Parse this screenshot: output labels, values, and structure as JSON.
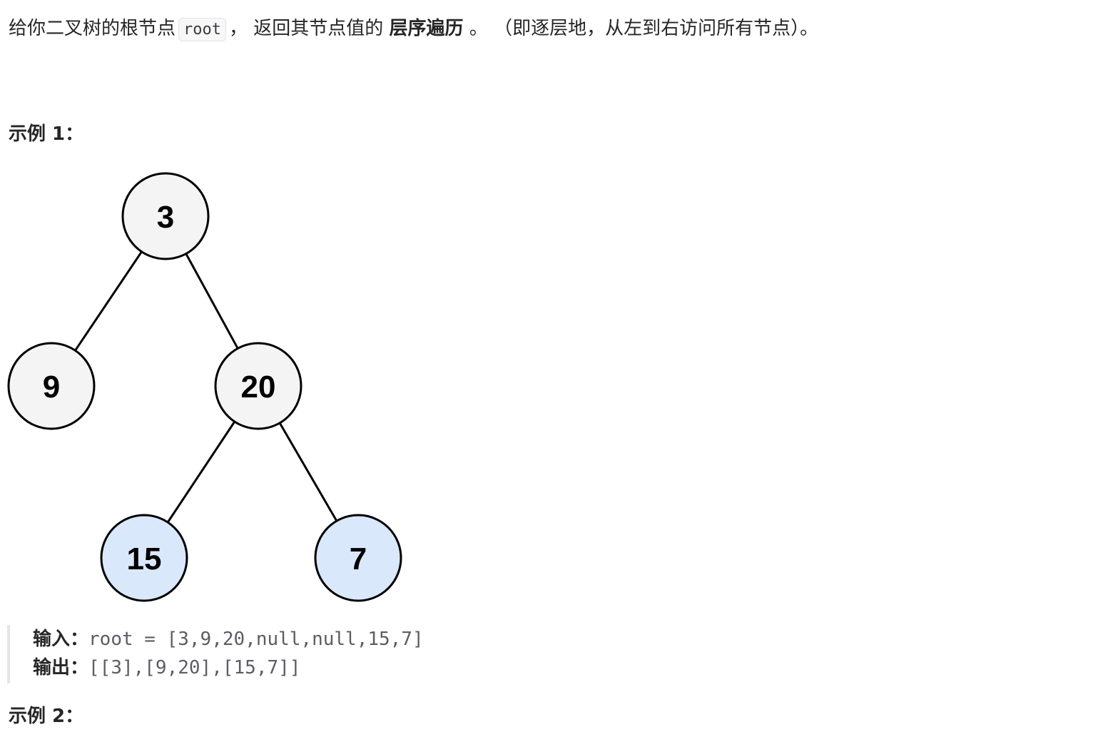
{
  "problem": {
    "desc_before_code": "给你二叉树的根节点",
    "code_root": "root",
    "desc_after_code": "， 返回其节点值的",
    "desc_bold": "层序遍历",
    "desc_after_bold": "。 （即逐层地，从左到右访问所有节点）。"
  },
  "example1": {
    "title": "示例 1：",
    "tree": {
      "nodes": [
        {
          "id": "n3",
          "label": "3",
          "level": 0,
          "highlight": false
        },
        {
          "id": "n9",
          "label": "9",
          "level": 1,
          "highlight": false
        },
        {
          "id": "n20",
          "label": "20",
          "level": 1,
          "highlight": false
        },
        {
          "id": "n15",
          "label": "15",
          "level": 2,
          "highlight": true
        },
        {
          "id": "n7",
          "label": "7",
          "level": 2,
          "highlight": true
        }
      ],
      "edges": [
        [
          "n3",
          "n9"
        ],
        [
          "n3",
          "n20"
        ],
        [
          "n20",
          "n15"
        ],
        [
          "n20",
          "n7"
        ]
      ]
    },
    "input_label": "输入：",
    "input_value": "root = [3,9,20,null,null,15,7]",
    "output_label": "输出：",
    "output_value": "[[3],[9,20],[15,7]]"
  },
  "example2": {
    "title": "示例 2："
  },
  "colors": {
    "node_fill": "#f4f4f4",
    "node_highlight_fill": "#dae8fc",
    "node_stroke": "#000000",
    "edge": "#000000",
    "label": "#000000"
  }
}
